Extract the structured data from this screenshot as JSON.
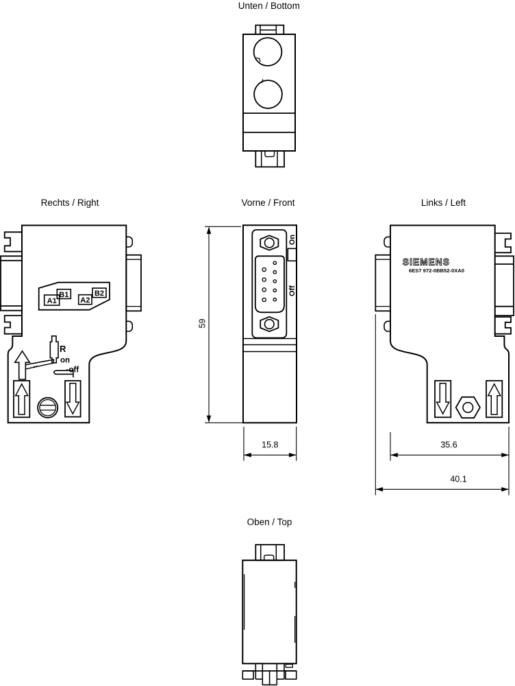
{
  "page": {
    "background": "#ffffff",
    "line_color": "#000000"
  },
  "views": {
    "bottom": {
      "label": "Unten / Bottom"
    },
    "right": {
      "label": "Rechts / Right",
      "terminals": {
        "a1": "A1",
        "b1": "B1",
        "a2": "A2",
        "b2": "B2"
      },
      "switch": {
        "resistor": "R",
        "on": "on",
        "off": "off"
      }
    },
    "front": {
      "label": "Vorne / Front",
      "switch": {
        "on": "On",
        "off": "Off"
      }
    },
    "left": {
      "label": "Links / Left",
      "brand": "SIEMENS",
      "part_number": "6ES7 972-0BB52-0XA0"
    },
    "top": {
      "label": "Oben / Top"
    }
  },
  "dimensions": {
    "front_height_mm": "59",
    "front_width_mm": "15.8",
    "left_body_depth_mm": "35.6",
    "left_total_depth_mm": "40.1"
  }
}
